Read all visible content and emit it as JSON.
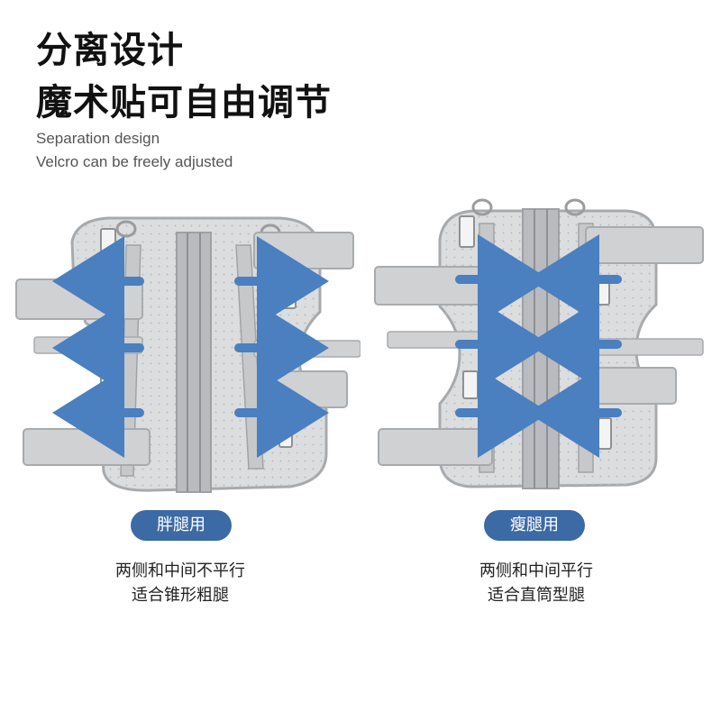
{
  "header": {
    "title_line1": "分离设计",
    "title_line2": "魔术贴可自由调节",
    "subtitle_line1": "Separation design",
    "subtitle_line2": "Velcro can be freely adjusted"
  },
  "left_product": {
    "label": "胖腿用",
    "desc_line1": "两侧和中间不平行",
    "desc_line2": "适合锥形粗腿",
    "arrow_direction": "outward"
  },
  "right_product": {
    "label": "瘦腿用",
    "desc_line1": "两侧和中间平行",
    "desc_line2": "适合直筒型腿",
    "arrow_direction": "inward"
  },
  "colors": {
    "accent": "#3c6aa4",
    "arrow": "#4a7fc0",
    "pad": "#d9dadb",
    "strap": "#c9cbcd",
    "trim": "#a9acaf"
  }
}
